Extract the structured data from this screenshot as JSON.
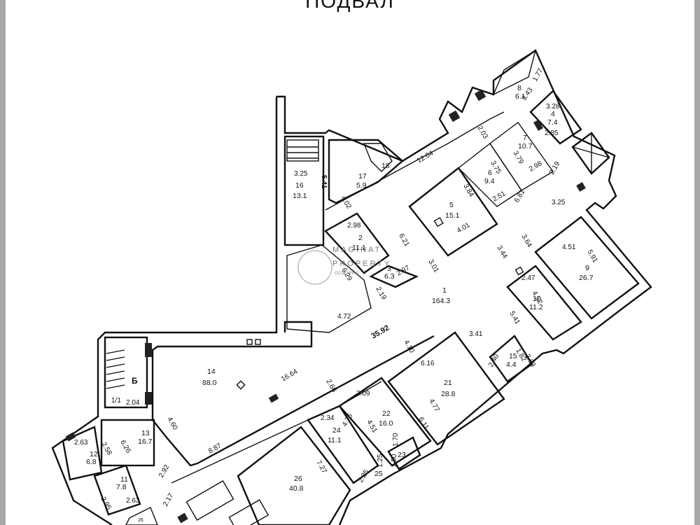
{
  "title": "ПОДВАЛ",
  "rooms": [
    {
      "id": "1",
      "area": "164.3"
    },
    {
      "id": "2",
      "area": "11.1"
    },
    {
      "id": "3",
      "area": "6.3"
    },
    {
      "id": "4",
      "area": "7.4"
    },
    {
      "id": "5",
      "area": "15.1"
    },
    {
      "id": "6",
      "area": "9.4"
    },
    {
      "id": "7",
      "area": "10.7"
    },
    {
      "id": "8",
      "area": "6.1"
    },
    {
      "id": "9",
      "area": "26.7"
    },
    {
      "id": "10",
      "area": "11.2"
    },
    {
      "id": "11",
      "area": "7.8"
    },
    {
      "id": "12",
      "area": "6.8"
    },
    {
      "id": "13",
      "area": "16.7"
    },
    {
      "id": "14",
      "area": "88.0"
    },
    {
      "id": "15",
      "area": "4.4"
    },
    {
      "id": "16",
      "area": "13.1"
    },
    {
      "id": "17",
      "area": "5.9"
    },
    {
      "id": "18",
      "area": ""
    },
    {
      "id": "21",
      "area": "28.8"
    },
    {
      "id": "22",
      "area": "16.0"
    },
    {
      "id": "23",
      "area": ""
    },
    {
      "id": "24",
      "area": "11.1"
    },
    {
      "id": "25",
      "area": ""
    },
    {
      "id": "26",
      "area": "40.8"
    }
  ],
  "dimensions": [
    "1.77",
    "3.43",
    "3.28",
    "2.85",
    "2.03",
    "12.04",
    "3.79",
    "2.98",
    "3.75",
    "2.51",
    "3.84",
    "4.01",
    "6.81",
    "2.19",
    "3.25",
    "3.64",
    "3.44",
    "4.51",
    "5.91",
    "2.47",
    "4.52",
    "5.41",
    "3.01",
    "6.21",
    "2.98",
    "6.29",
    "2.19",
    "2.97",
    "4.72",
    "35.92",
    "4.10",
    "3.41",
    "1.82",
    "2.63",
    "2.40",
    "6.16",
    "4.77",
    "16.64",
    "2.66",
    "3.09",
    "4.51",
    "6.11",
    "2.34",
    "4.75",
    "8.87",
    "7.27",
    "4.60",
    "2.92",
    "2.17",
    "2.04",
    "2.63",
    "2.58",
    "6.26",
    "2.95",
    "2.63",
    "3.25",
    "5.41",
    "4.02",
    "1.70",
    "1.50",
    "2.25",
    "1.25"
  ],
  "labels": {
    "stair_b": "Б",
    "one_one": "1/1",
    "room_26_small": "26"
  },
  "watermark": {
    "line1": "MAGINAT",
    "line2": "PROPERTY",
    "line3": "ОСОБНЯКИ"
  }
}
